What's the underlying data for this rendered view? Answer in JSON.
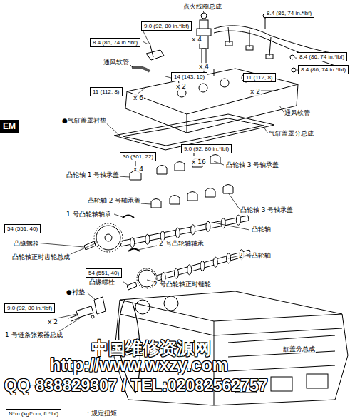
{
  "diagram": {
    "nodes": [
      {
        "text": [
          "EM"
        ]
      },
      {
        "text": [
          "8.4 (86, 74 in.*lbf)"
        ]
      },
      {
        "text": [
          "9.0 (92, 80 in.*lbf)"
        ]
      },
      {
        "text": [
          "8.4 (86, 74 in.*lbf)"
        ]
      },
      {
        "text": [
          "8.4 (86, 74 in.*lbf)"
        ]
      },
      {
        "text": [
          "8.4 (86, 74 in.*lbf)"
        ]
      },
      {
        "text": [
          "14 (143, 10)"
        ]
      },
      {
        "text": [
          "11 (112, 8)"
        ]
      },
      {
        "text": [
          "11 (112, 8)"
        ]
      },
      {
        "text": [
          "9.0 (92, 80 in.*lbf)"
        ]
      },
      {
        "text": [
          "30 (301, 22)"
        ]
      },
      {
        "text": [
          "54 (551, 40)"
        ]
      },
      {
        "text": [
          "54 (551, 40)"
        ]
      },
      {
        "text": [
          "9.0 (92, 80 in.*lbf)"
        ]
      },
      {
        "text": [
          "N*m (kgf*cm, ft.*lbf)"
        ]
      }
    ],
    "labels": [
      "点火线圈总成",
      "x 4",
      "通风软管",
      "x 2",
      "x 4",
      "x 6",
      "x 2",
      "通风软管",
      "●气缸盖罩衬垫",
      "气缸盖罩分总成",
      "x 4",
      "x 16",
      "凸轮轴 3 号轴承盖",
      "凸轮轴 1 号轴承盖",
      "凸轮轴 2 号轴承盖",
      "凸轮轴 3 号轴承盖",
      "1 号凸轮轴轴承",
      "凸缘螺栓",
      "凸轮轴",
      "凸轮轴正时齿轮总成",
      "2 号凸轮轴轴承",
      "2 号凸轮轴",
      "凸缘螺栓",
      "2 号凸轮轴正时链轮",
      "●衬垫",
      "x 2",
      "1 号链条张紧器总成",
      "缸盖分总成",
      "中国维修资源网",
      "http://www.wxzy.com",
      "QQ-838829307 / TEL:02082562757",
      "：规定扭矩"
    ]
  }
}
